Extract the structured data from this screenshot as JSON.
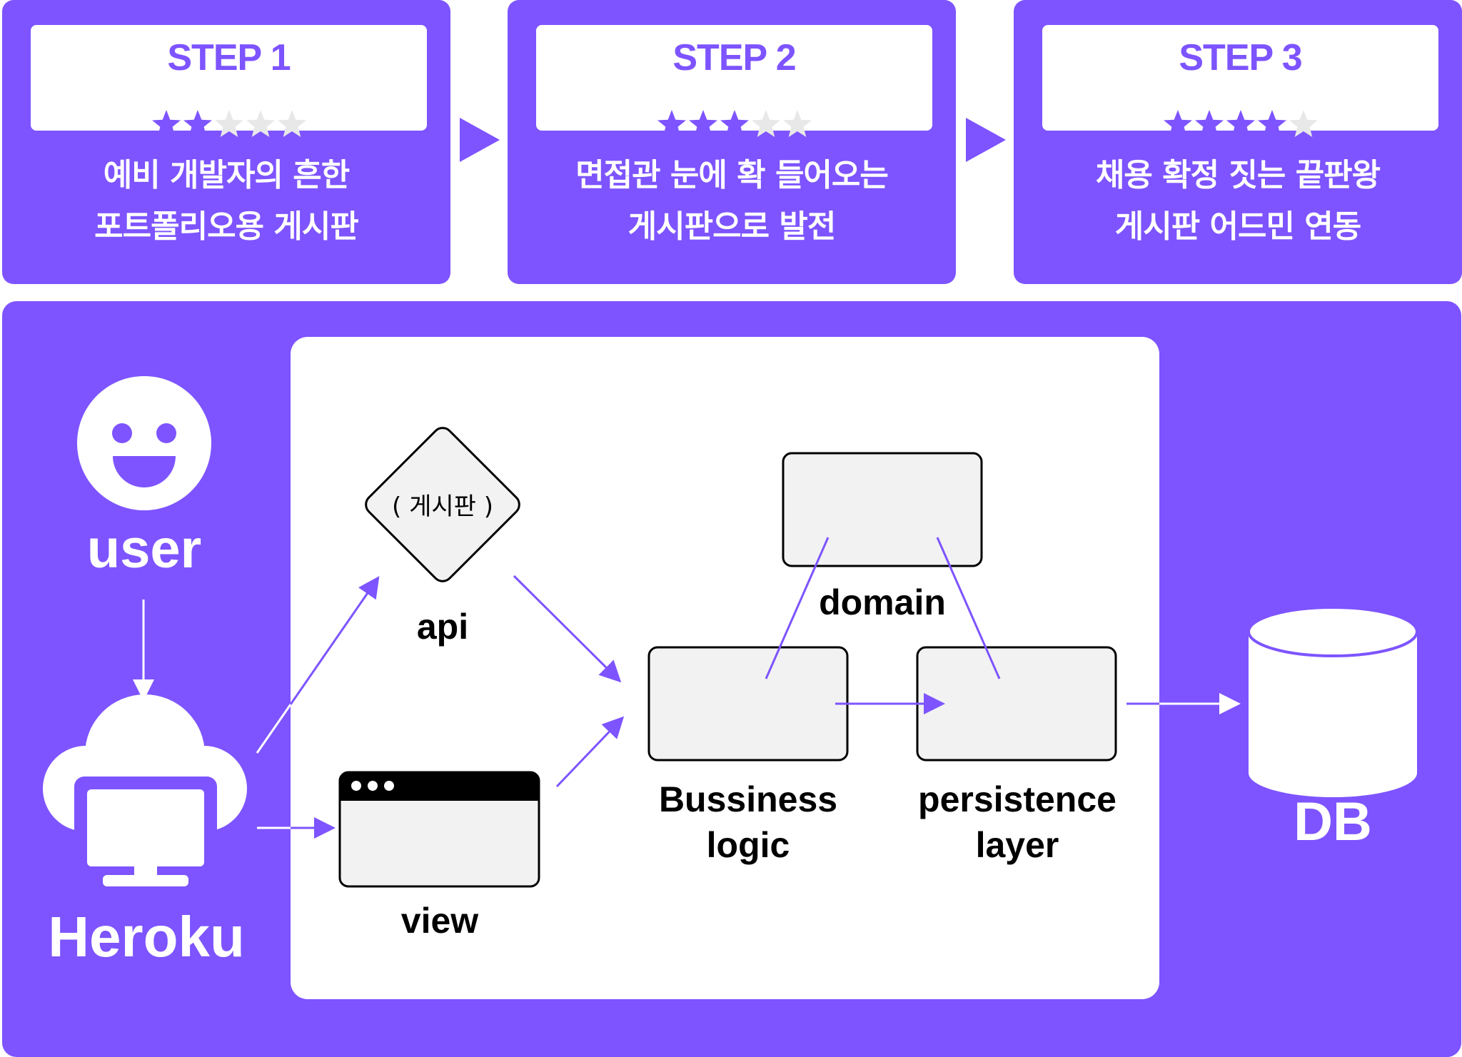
{
  "steps": [
    {
      "title": "STEP 1",
      "rating": 2,
      "max_rating": 5,
      "desc_line1": "예비 개발자의 흔한",
      "desc_line2": "포트폴리오용 게시판"
    },
    {
      "title": "STEP 2",
      "rating": 3,
      "max_rating": 5,
      "desc_line1": "면접관 눈에 확 들어오는",
      "desc_line2": "게시판으로 발전"
    },
    {
      "title": "STEP 3",
      "rating": 4,
      "max_rating": 5,
      "desc_line1": "채용 확정 짓는 끝판왕",
      "desc_line2": "게시판 어드민 연동"
    }
  ],
  "nodes": {
    "user": "user",
    "heroku": "Heroku",
    "api_inner": "( 게시판 )",
    "api": "api",
    "view": "view",
    "domain": "domain",
    "business_line1": "Bussiness",
    "business_line2": "logic",
    "persistence_line1": "persistence",
    "persistence_line2": "layer",
    "db": "DB"
  },
  "icons": {
    "user": "smiley-face-icon",
    "heroku": "cloud-monitor-icon",
    "view": "browser-window-icon",
    "db": "database-cylinder-icon"
  },
  "colors": {
    "accent": "#7d54ff",
    "star_filled": "#7d54ff",
    "star_empty": "#e8e8e8",
    "box_fill": "#f2f2f2"
  }
}
